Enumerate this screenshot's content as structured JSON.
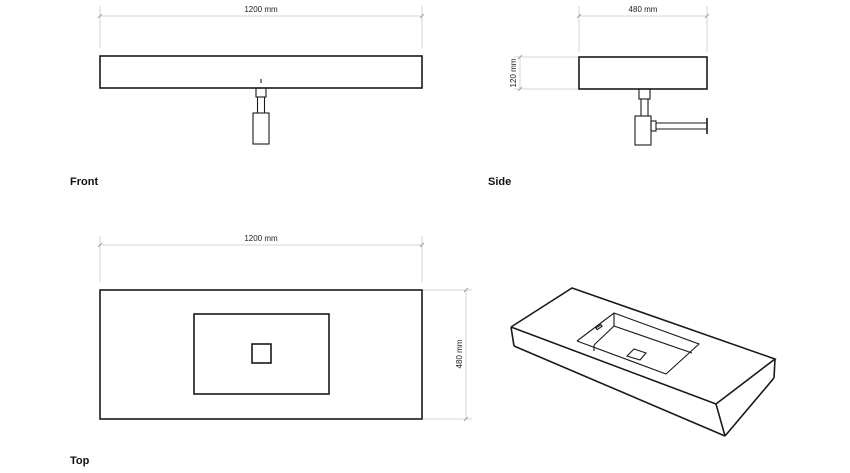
{
  "views": {
    "front": {
      "label": "Front",
      "width_dim": "1200 mm"
    },
    "side": {
      "label": "Side",
      "width_dim": "480 mm",
      "height_dim": "120 mm"
    },
    "top": {
      "label": "Top",
      "width_dim": "1200 mm",
      "depth_dim": "480 mm"
    },
    "isometric": {
      "label": ""
    }
  },
  "colors": {
    "line": "#1a1a1a",
    "dimension_line": "#c8c8c8",
    "background": "#ffffff"
  }
}
